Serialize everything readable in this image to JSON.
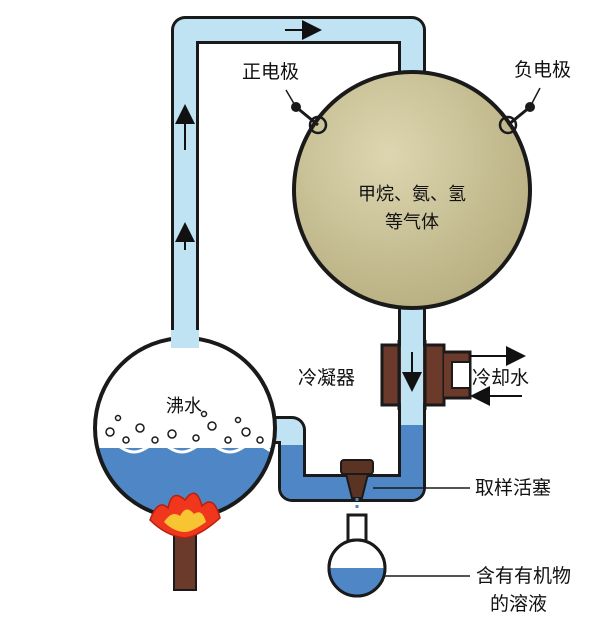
{
  "labels": {
    "positive_electrode": "正电极",
    "negative_electrode": "负电极",
    "gases_line1": "甲烷、氨、氢",
    "gases_line2": "等气体",
    "condenser": "冷凝器",
    "cooling_water": "冷却水",
    "boiling_water": "沸水",
    "sampling_stopcock": "取样活塞",
    "solution_line1": "含有有机物",
    "solution_line2": "的溶液"
  },
  "colors": {
    "water_light": "#bfe3f3",
    "water_blue": "#4f86c6",
    "tube_outline": "#1a1a1a",
    "gas_sphere": "#c8c095",
    "condenser_body": "#6b3a2a",
    "burner": "#6b3a2a",
    "flame_outer": "#f0361c",
    "flame_inner": "#f7c531"
  }
}
